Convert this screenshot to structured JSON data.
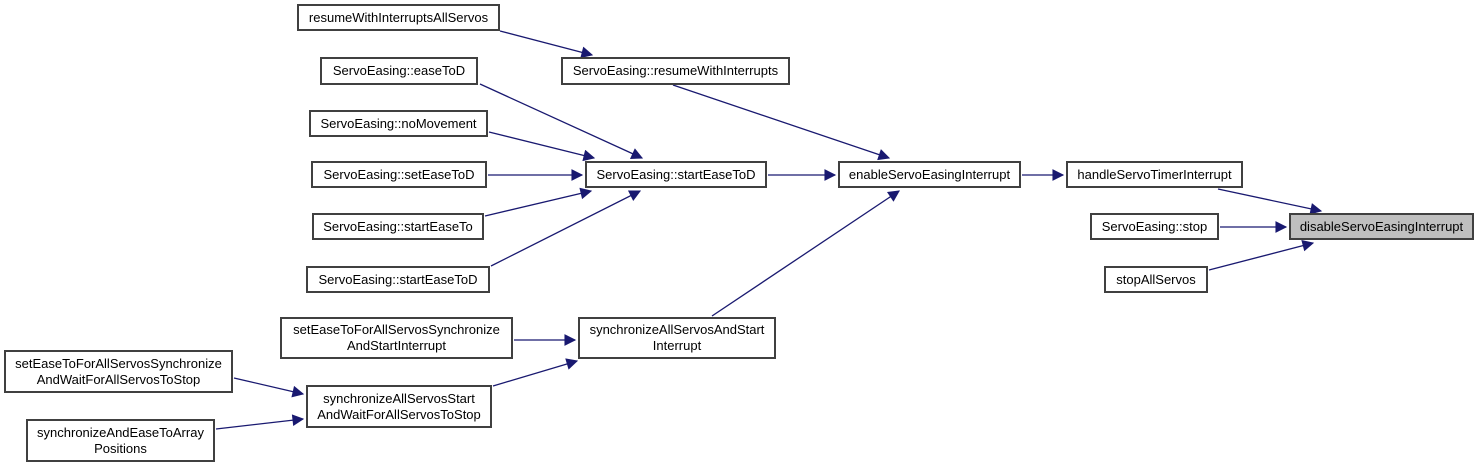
{
  "diagram": {
    "type": "call-graph",
    "edge_color": "#191970",
    "node_border_color": "#404040",
    "node_fill": "#ffffff",
    "highlight_fill": "#bfbfbf",
    "nodes": [
      {
        "id": "resumeWithInterruptsAllServos",
        "label": "resumeWithInterruptsAllServos",
        "highlighted": false
      },
      {
        "id": "easeToD",
        "label": "ServoEasing::easeToD",
        "highlighted": false
      },
      {
        "id": "resumeWithInterrupts",
        "label": "ServoEasing::resumeWithInterrupts",
        "highlighted": false
      },
      {
        "id": "noMovement",
        "label": "ServoEasing::noMovement",
        "highlighted": false
      },
      {
        "id": "setEaseToD",
        "label": "ServoEasing::setEaseToD",
        "highlighted": false
      },
      {
        "id": "startEaseToD-center",
        "label": "ServoEasing::startEaseToD",
        "highlighted": false
      },
      {
        "id": "enableServoEasingInterrupt",
        "label": "enableServoEasingInterrupt",
        "highlighted": false
      },
      {
        "id": "handleServoTimerInterrupt",
        "label": "handleServoTimerInterrupt",
        "highlighted": false
      },
      {
        "id": "startEaseTo",
        "label": "ServoEasing::startEaseTo",
        "highlighted": false
      },
      {
        "id": "servoEasing-stop",
        "label": "ServoEasing::stop",
        "highlighted": false
      },
      {
        "id": "disableServoEasingInterrupt",
        "label": "disableServoEasingInterrupt",
        "highlighted": true
      },
      {
        "id": "startEaseToD-left",
        "label": "ServoEasing::startEaseToD",
        "highlighted": false
      },
      {
        "id": "stopAllServos",
        "label": "stopAllServos",
        "highlighted": false
      },
      {
        "id": "setEaseToForAllServosSynchronizeAndStartInterrupt",
        "label": "setEaseToForAllServosSynchronize\nAndStartInterrupt",
        "highlighted": false
      },
      {
        "id": "synchronizeAllServosAndStartInterrupt",
        "label": "synchronizeAllServosAndStart\nInterrupt",
        "highlighted": false
      },
      {
        "id": "setEaseToForAllServosSynchronizeAndWaitForAllServosToStop",
        "label": "setEaseToForAllServosSynchronize\nAndWaitForAllServosToStop",
        "highlighted": false
      },
      {
        "id": "synchronizeAllServosStartAndWaitForAllServosToStop",
        "label": "synchronizeAllServosStart\nAndWaitForAllServosToStop",
        "highlighted": false
      },
      {
        "id": "synchronizeAndEaseToArrayPositions",
        "label": "synchronizeAndEaseToArray\nPositions",
        "highlighted": false
      }
    ],
    "edges": [
      {
        "from": "resumeWithInterruptsAllServos",
        "to": "resumeWithInterrupts"
      },
      {
        "from": "easeToD",
        "to": "startEaseToD-center"
      },
      {
        "from": "resumeWithInterrupts",
        "to": "enableServoEasingInterrupt"
      },
      {
        "from": "noMovement",
        "to": "startEaseToD-center"
      },
      {
        "from": "setEaseToD",
        "to": "startEaseToD-center"
      },
      {
        "from": "startEaseTo",
        "to": "startEaseToD-center"
      },
      {
        "from": "startEaseToD-left",
        "to": "startEaseToD-center"
      },
      {
        "from": "startEaseToD-center",
        "to": "enableServoEasingInterrupt"
      },
      {
        "from": "enableServoEasingInterrupt",
        "to": "handleServoTimerInterrupt"
      },
      {
        "from": "handleServoTimerInterrupt",
        "to": "disableServoEasingInterrupt"
      },
      {
        "from": "servoEasing-stop",
        "to": "disableServoEasingInterrupt"
      },
      {
        "from": "stopAllServos",
        "to": "disableServoEasingInterrupt"
      },
      {
        "from": "synchronizeAllServosAndStartInterrupt",
        "to": "enableServoEasingInterrupt"
      },
      {
        "from": "setEaseToForAllServosSynchronizeAndStartInterrupt",
        "to": "synchronizeAllServosAndStartInterrupt"
      },
      {
        "from": "synchronizeAllServosStartAndWaitForAllServosToStop",
        "to": "synchronizeAllServosAndStartInterrupt"
      },
      {
        "from": "setEaseToForAllServosSynchronizeAndWaitForAllServosToStop",
        "to": "synchronizeAllServosStartAndWaitForAllServosToStop"
      },
      {
        "from": "synchronizeAndEaseToArrayPositions",
        "to": "synchronizeAllServosStartAndWaitForAllServosToStop"
      }
    ]
  }
}
